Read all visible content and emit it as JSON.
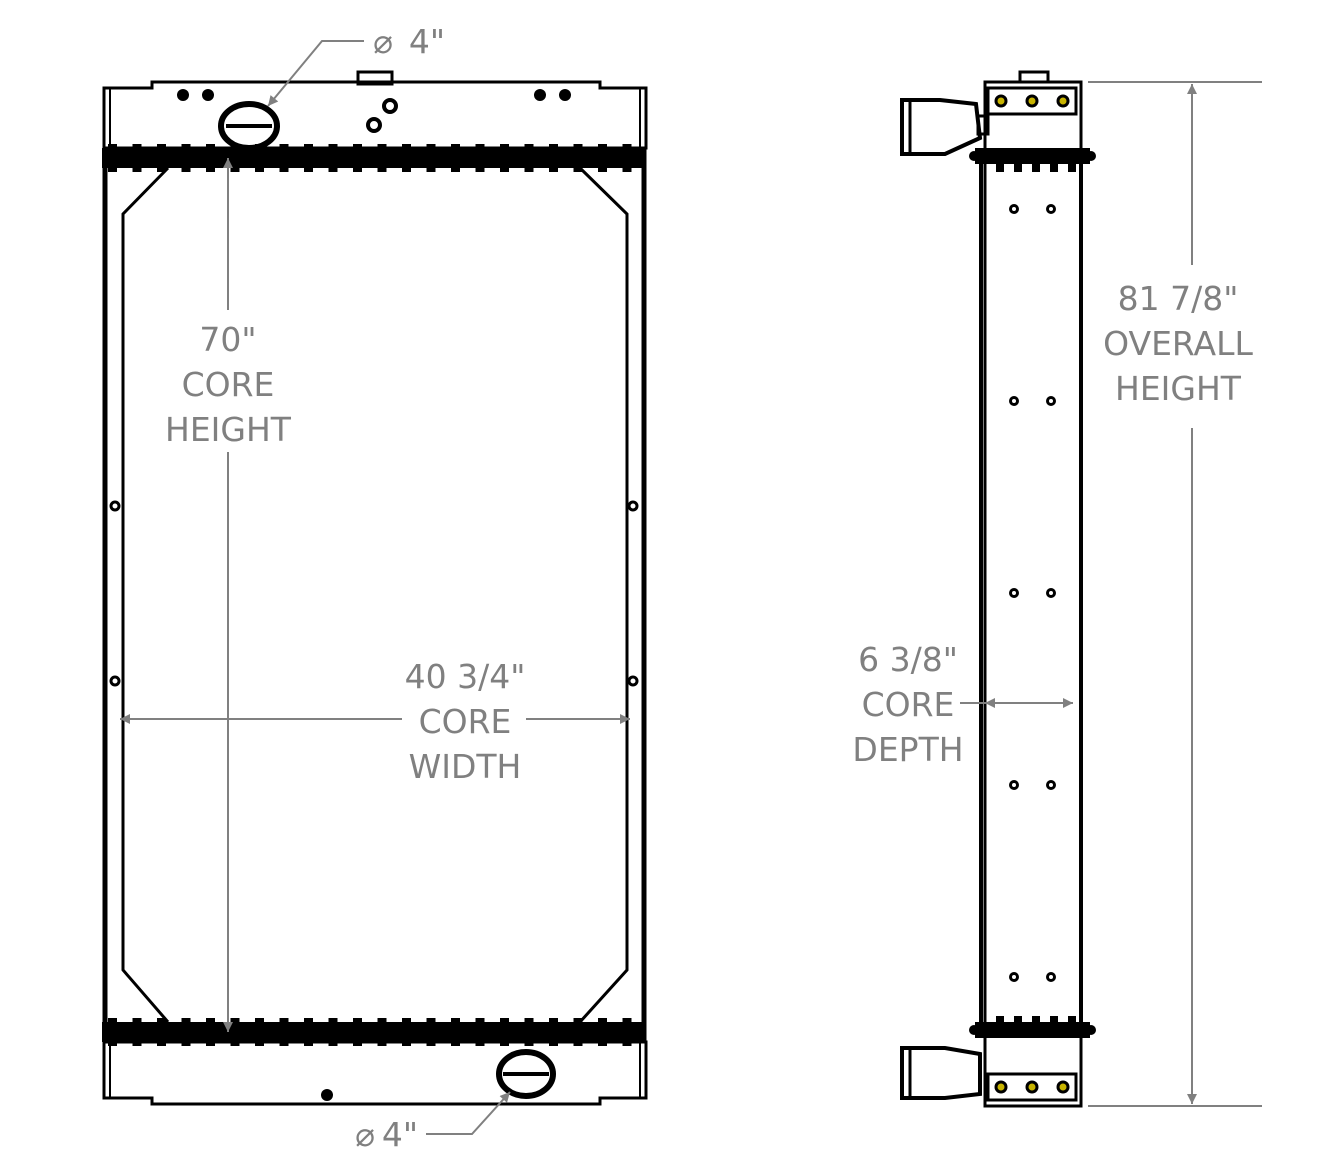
{
  "front_view": {
    "inlet_diameter": "4\"",
    "outlet_diameter": "4\"",
    "core_height": {
      "value": "70\"",
      "line1": "CORE",
      "line2": "HEIGHT"
    },
    "core_width": {
      "value": "40 3/4\"",
      "line1": "CORE",
      "line2": "WIDTH"
    }
  },
  "side_view": {
    "core_depth": {
      "value": "6 3/8\"",
      "line1": "CORE",
      "line2": "DEPTH"
    },
    "overall_height": {
      "value": "81 7/8\"",
      "line1": "OVERALL",
      "line2": "HEIGHT"
    }
  },
  "diameter_symbol": "⌀",
  "colors": {
    "line": "#000000",
    "dimension": "#808080",
    "bolt_fill": "#c8b400"
  }
}
